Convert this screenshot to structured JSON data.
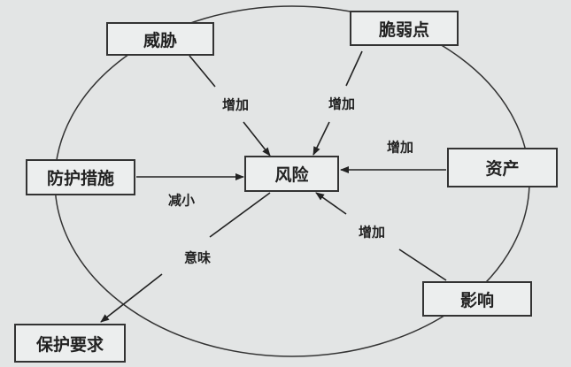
{
  "nodes": {
    "threat": "威胁",
    "vulnerability": "脆弱点",
    "safeguard": "防护措施",
    "risk": "风险",
    "asset": "资产",
    "impact": "影响",
    "protection_requirement": "保护要求"
  },
  "edges": {
    "threat_risk": "增加",
    "vulnerability_risk": "增加",
    "asset_risk": "增加",
    "safeguard_risk": "减小",
    "risk_requirement": "意味",
    "impact_risk": "增加"
  }
}
